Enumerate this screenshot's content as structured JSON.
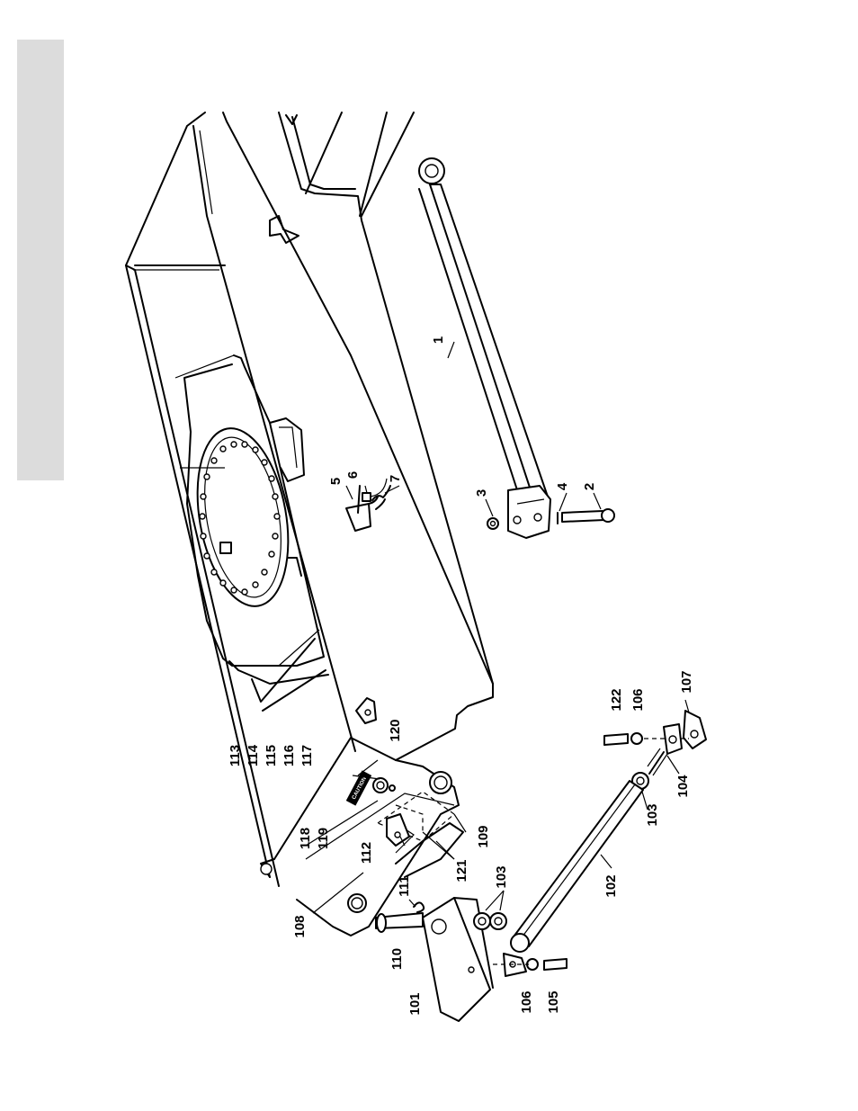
{
  "labels": {
    "p1": "1",
    "p2": "2",
    "p3": "3",
    "p4": "4",
    "p5": "5",
    "p6": "6",
    "p7": "7",
    "p101": "101",
    "p102": "102",
    "p103a": "103",
    "p103b": "103",
    "p104": "104",
    "p105": "105",
    "p106a": "106",
    "p106b": "106",
    "p107": "107",
    "p108": "108",
    "p109": "109",
    "p110": "110",
    "p111": "111",
    "p112": "112",
    "p113": "113",
    "p114": "114",
    "p115": "115",
    "p116": "116",
    "p117": "117",
    "p118": "118",
    "p119": "119",
    "p120": "120",
    "p121": "121",
    "p122": "122"
  },
  "decal_text": "CAUTION"
}
